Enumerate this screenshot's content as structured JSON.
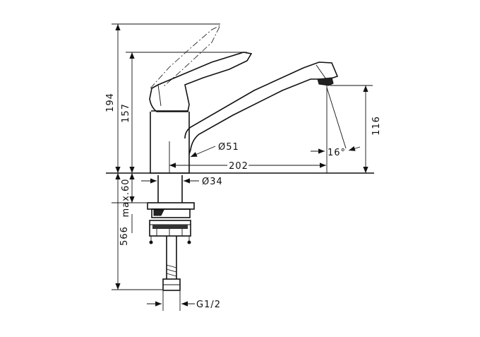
{
  "dimensions": {
    "total_height": "194",
    "handle_height": "157",
    "spout_clearance": "116",
    "body_diameter": "Ø51",
    "spout_reach": "202",
    "base_diameter": "Ø34",
    "max_deck_thickness": "max.60",
    "supply_hose_length": "566",
    "connection_thread": "G1/2",
    "spout_angle": "16°"
  }
}
